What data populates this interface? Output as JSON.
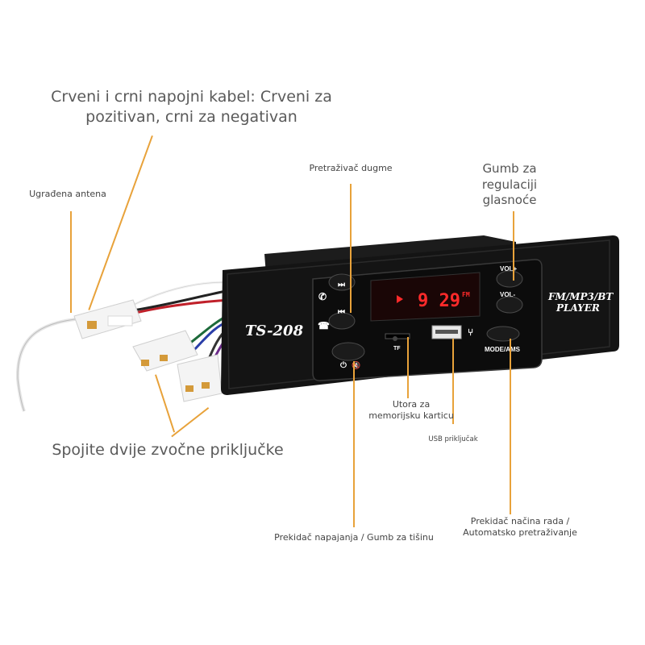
{
  "labels": {
    "power_cable": [
      "Crveni i crni napojni kabel: Crveni za",
      "pozitivan, crni za negativan"
    ],
    "antenna": "Ugrađena antena",
    "search_button": "Pretraživač dugme",
    "volume_button": [
      "Gumb za",
      "regulaciji",
      "glasnoće"
    ],
    "speaker_connectors": "Spojite dvije zvočne priključke",
    "memory_slot": [
      "Utora za",
      "memorijsku karticu"
    ],
    "usb_port": "USB priključak",
    "power_mute": "Prekidač napajanja / Gumb za tišinu",
    "mode_switch": [
      "Prekidač načina rada /",
      "Automatsko pretraživanje"
    ]
  },
  "device": {
    "model": "TS-208",
    "brand_line1": "FM/MP3/BT",
    "brand_line2": "PLAYER",
    "display_digits": "9 29",
    "display_unit": "FM",
    "vol_plus": "VOL+",
    "vol_minus": "VOL-",
    "mode_label": "MODE/AMS",
    "tf_label": "TF"
  },
  "colors": {
    "accent_line": "#e8a23a",
    "device_body": "#141414",
    "display_text": "#ff2a2a"
  }
}
